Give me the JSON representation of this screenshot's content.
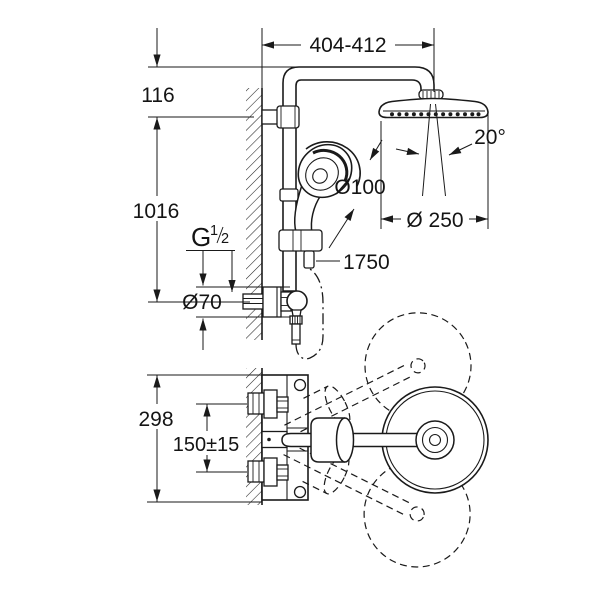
{
  "drawing": {
    "dimensions": {
      "top_width": "404-412",
      "wall_offset": "116",
      "rail_height": "1016",
      "spray_angle": "20°",
      "hand_shower_dia": "Ø100",
      "head_shower_dia": "Ø 250",
      "hose_length": "1750",
      "escutcheon_dia": "Ø70",
      "thread_letter": "G",
      "thread_numerator": "1",
      "thread_denominator": "2",
      "body_depth": "298",
      "inlet_distance": "150±15"
    },
    "colors": {
      "line": "#1a1a1a",
      "background": "#ffffff"
    }
  }
}
